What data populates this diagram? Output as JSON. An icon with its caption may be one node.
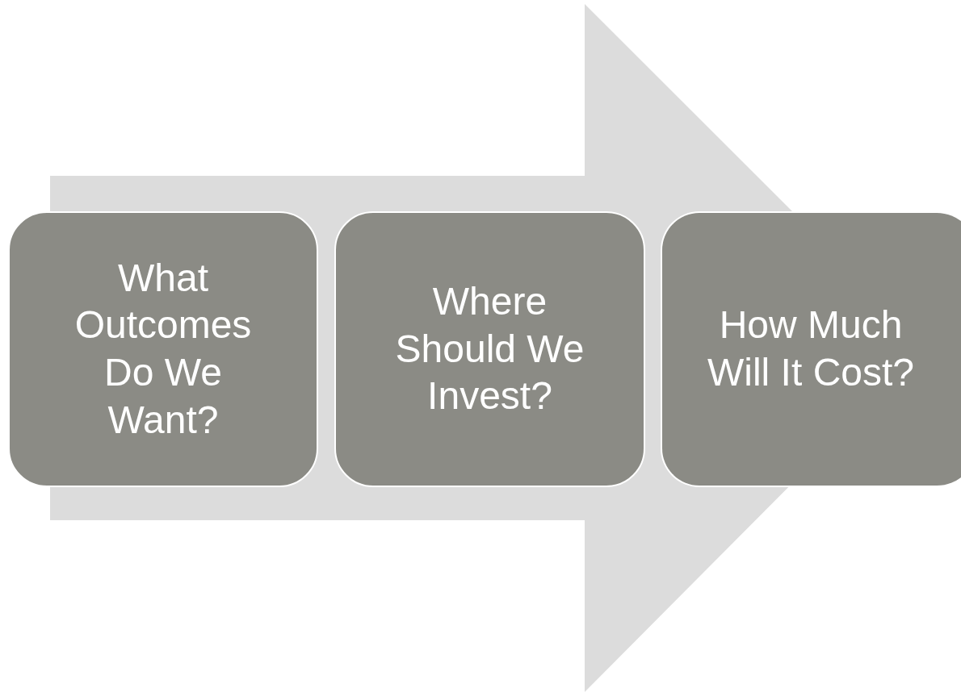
{
  "diagram": {
    "nodes": [
      {
        "text": [
          "What Outcomes Do We Want?"
        ]
      },
      {
        "text": [
          "Where Should We Invest?"
        ]
      },
      {
        "text": [
          "How Much Will It Cost?"
        ]
      }
    ],
    "edges": [
      {
        "from": 0,
        "to": 2,
        "arrow": "to"
      }
    ]
  }
}
